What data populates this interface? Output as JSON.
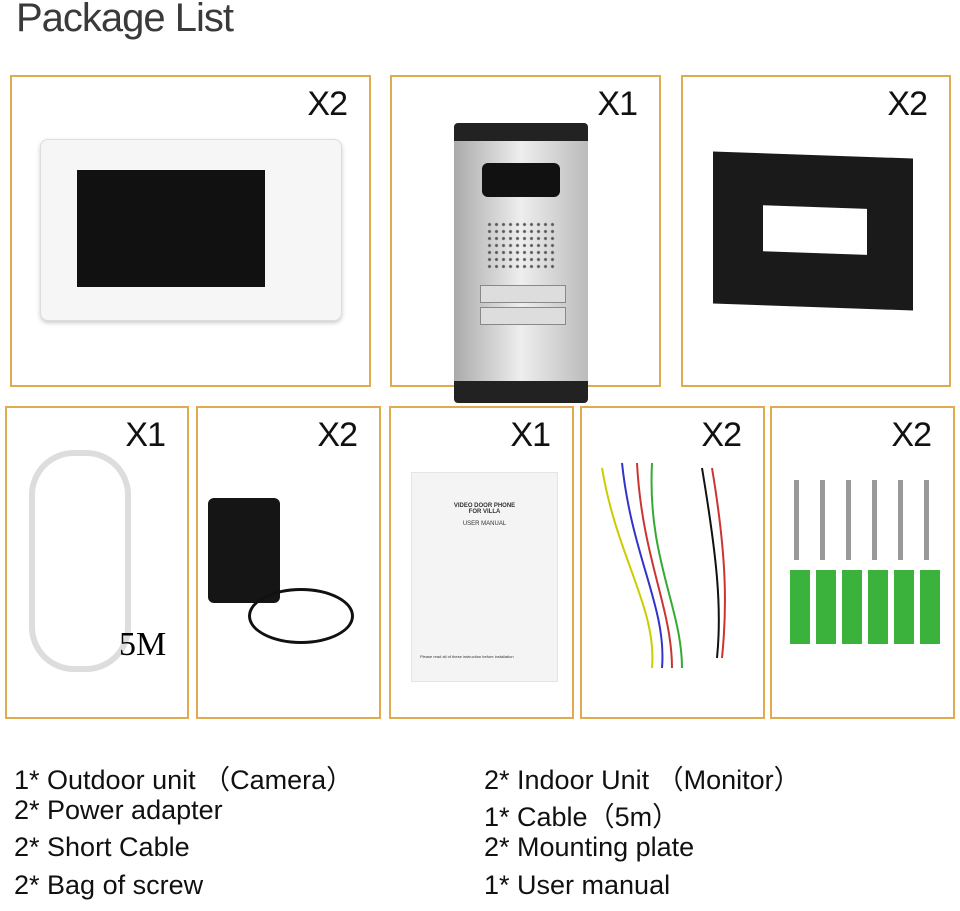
{
  "title": "Package List",
  "items": [
    {
      "name": "indoor-monitor",
      "qty": "X2"
    },
    {
      "name": "outdoor-camera",
      "qty": "X1"
    },
    {
      "name": "mounting-plate",
      "qty": "X2"
    },
    {
      "name": "cable",
      "qty": "X1",
      "extra": "5M"
    },
    {
      "name": "power-adapter",
      "qty": "X2"
    },
    {
      "name": "user-manual",
      "qty": "X1",
      "manual_title": "VIDEO DOOR PHONE FOR VILLA",
      "manual_subtitle": "USER MANUAL",
      "manual_footer": "Please read all of these instruction before installation"
    },
    {
      "name": "short-cable",
      "qty": "X2"
    },
    {
      "name": "screws",
      "qty": "X2"
    }
  ],
  "list": {
    "left": [
      "1* Outdoor unit （Camera）",
      "2* Power adapter",
      "2* Short Cable",
      "2* Bag of screw"
    ],
    "right": [
      "2* Indoor Unit （Monitor）",
      " 1* Cable（5m）",
      "2* Mounting plate",
      " 1* User manual"
    ]
  },
  "colors": {
    "border": "#e0aa50"
  }
}
